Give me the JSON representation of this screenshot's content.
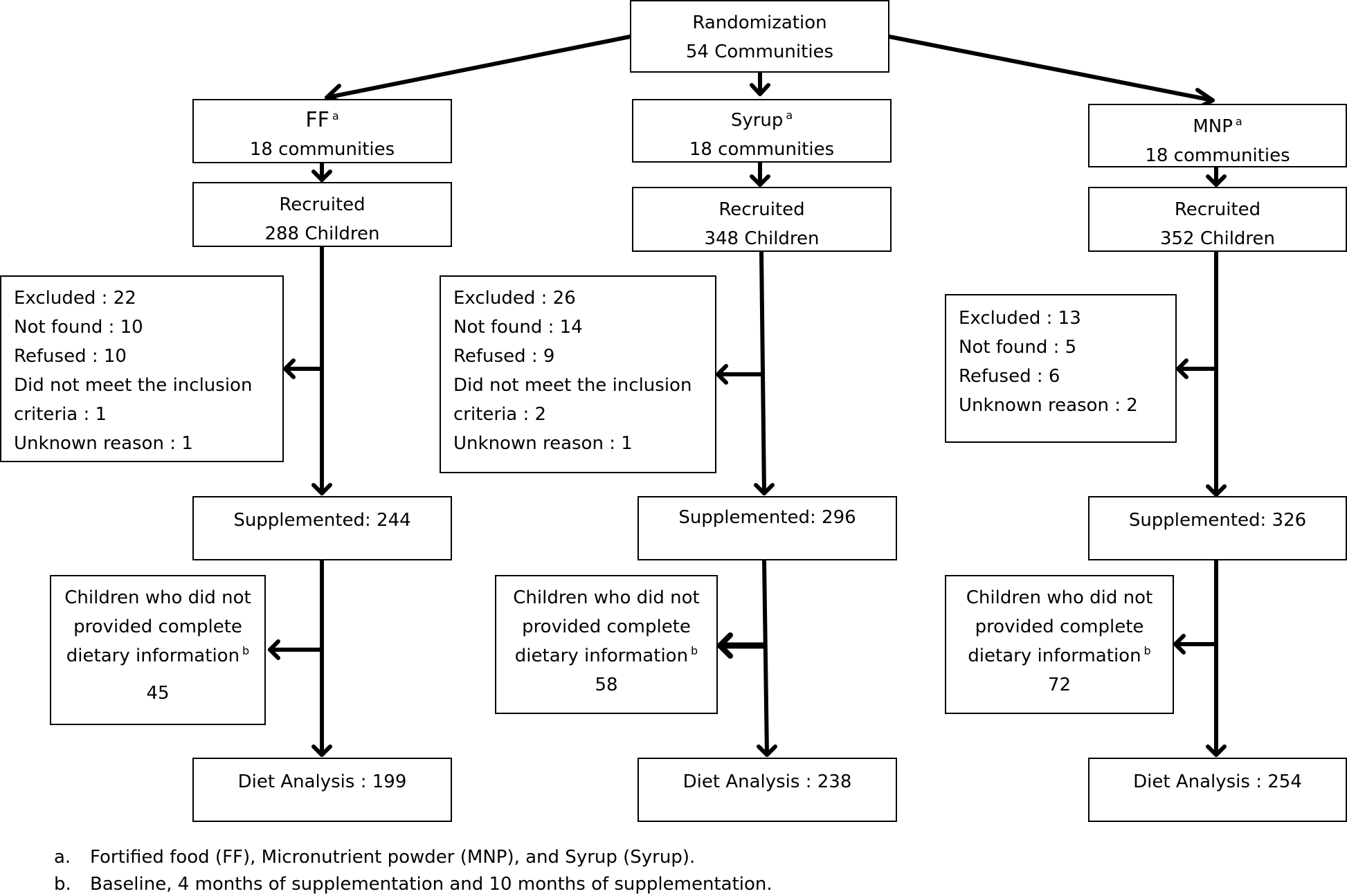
{
  "randomization": {
    "title": "Randomization",
    "count": "54 Communities"
  },
  "arms": [
    {
      "name": "FF",
      "sup": "a",
      "communities": "18 communities",
      "recruited_label": "Recruited",
      "recruited": "288 Children",
      "excluded": [
        "Excluded : 22",
        "Not found : 10",
        "Refused : 10",
        "Did not meet the inclusion",
        "criteria : 1",
        "Unknown reason : 1"
      ],
      "supplemented": "Supplemented: 244",
      "incomplete": [
        "Children who did not",
        "provided complete",
        "dietary information"
      ],
      "incomplete_sup": "b",
      "incomplete_count": "45",
      "analysis": "Diet Analysis : 199"
    },
    {
      "name": "Syrup",
      "sup": "a",
      "communities": "18 communities",
      "recruited_label": "Recruited",
      "recruited": "348 Children",
      "excluded": [
        "Excluded : 26",
        "Not found : 14",
        "Refused : 9",
        "Did not meet the inclusion",
        "criteria : 2",
        "Unknown reason : 1"
      ],
      "supplemented": "Supplemented: 296",
      "incomplete": [
        "Children who did not",
        "provided complete",
        "dietary information"
      ],
      "incomplete_sup": "b",
      "incomplete_count": "58",
      "analysis": "Diet Analysis : 238"
    },
    {
      "name": "MNP",
      "sup": "a",
      "communities": "18 communities",
      "recruited_label": "Recruited",
      "recruited": "352 Children",
      "excluded": [
        "Excluded : 13",
        "Not found : 5",
        "Refused : 6",
        "Unknown reason : 2"
      ],
      "supplemented": "Supplemented: 326",
      "incomplete": [
        "Children who did not",
        "provided complete",
        "dietary information"
      ],
      "incomplete_sup": "b",
      "incomplete_count": "72",
      "analysis": "Diet Analysis : 254"
    }
  ],
  "footnotes": [
    {
      "marker": "a.",
      "text": "Fortified food (FF), Micronutrient powder (MNP), and  Syrup (Syrup)."
    },
    {
      "marker": "b.",
      "text": "Baseline, 4 months of supplementation and 10 months of supplementation."
    }
  ],
  "colors": {
    "line": "#000000",
    "background": "#ffffff"
  }
}
